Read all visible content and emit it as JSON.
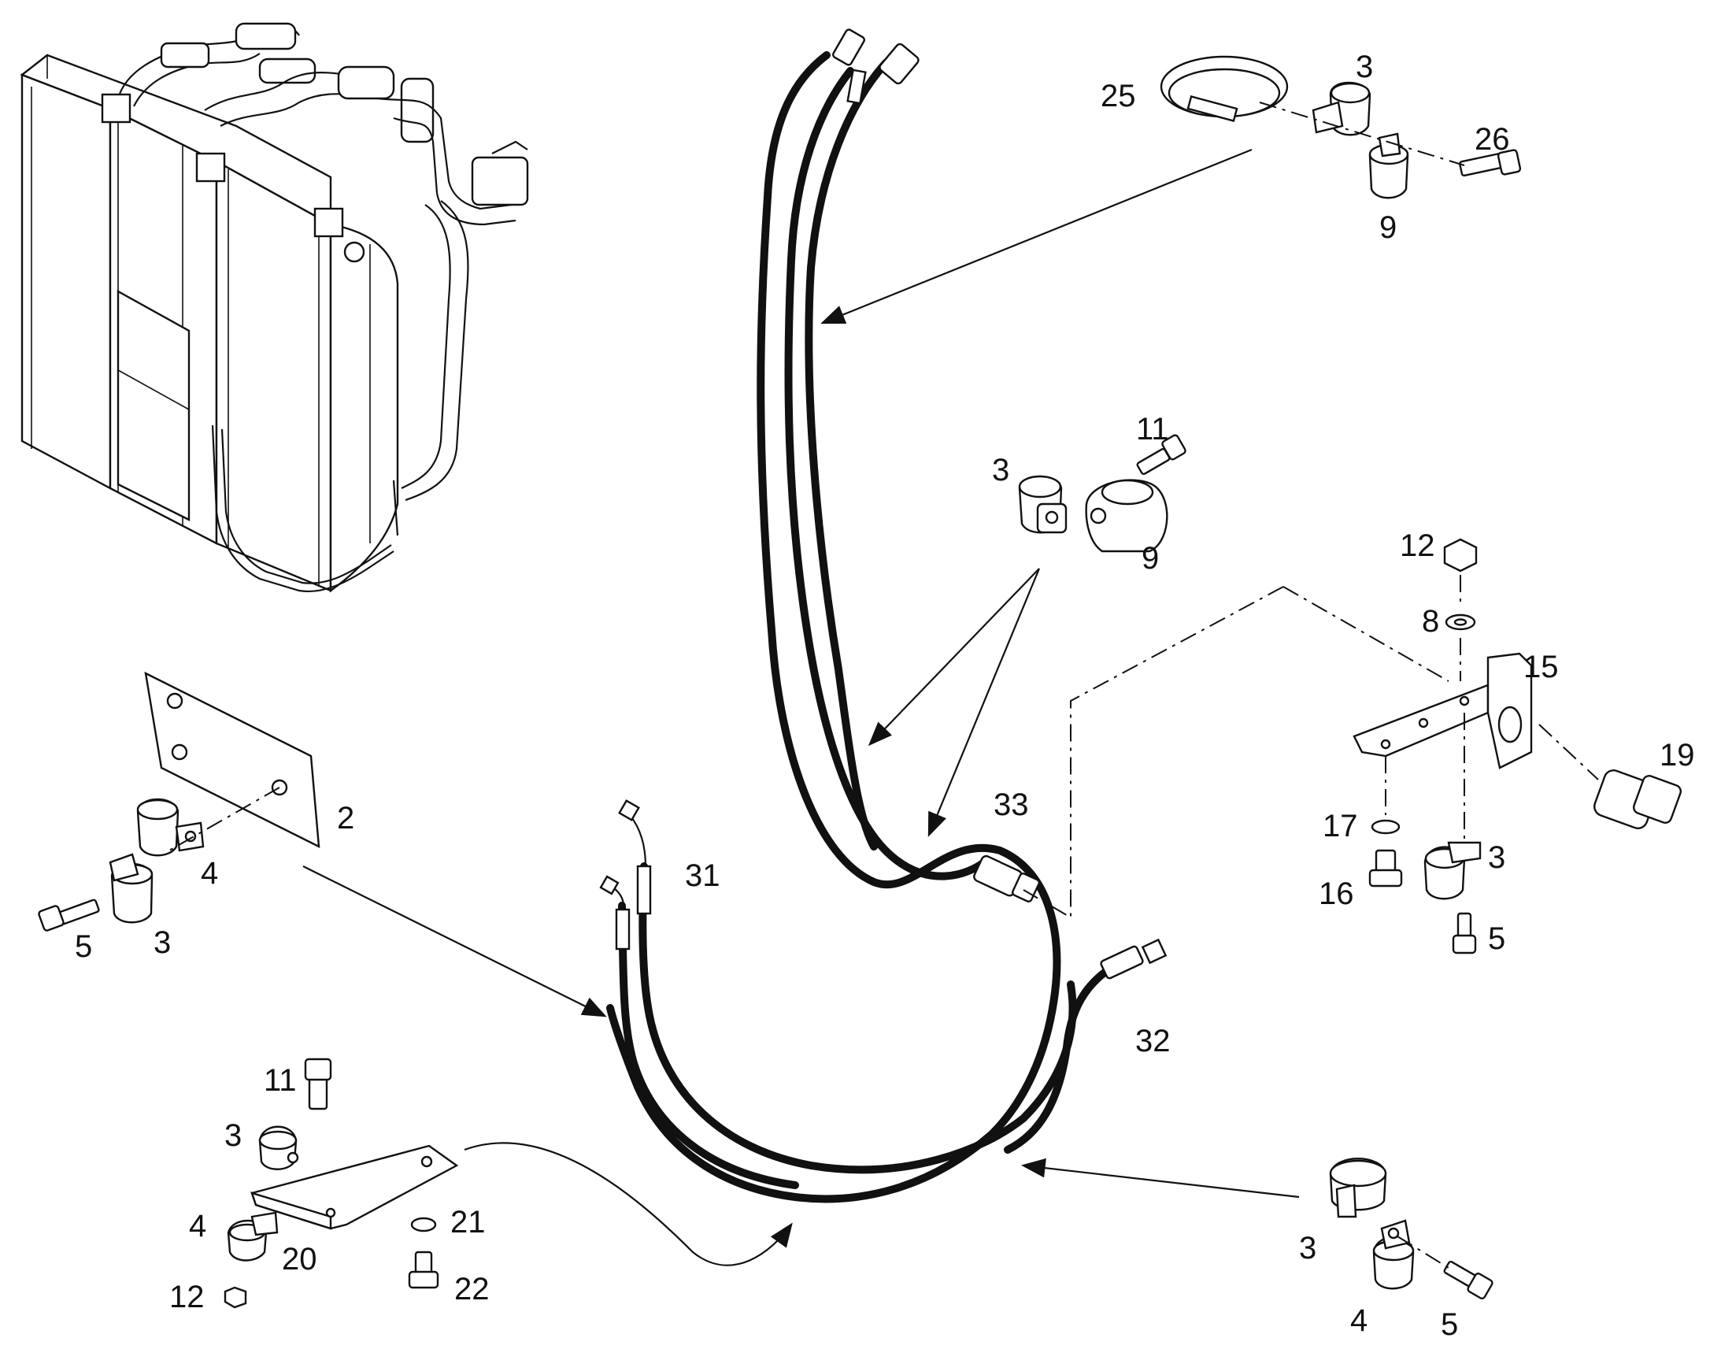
{
  "diagram": {
    "callouts": {
      "c1": "25",
      "c2": "3",
      "c3": "26",
      "c4": "9",
      "c5": "11",
      "c6": "3",
      "c7": "9",
      "c8": "12",
      "c9": "8",
      "c10": "15",
      "c11": "19",
      "c12": "17",
      "c13": "3",
      "c14": "16",
      "c15": "5",
      "c16": "2",
      "c17": "4",
      "c18": "5",
      "c19": "3",
      "c20": "33",
      "c21": "31",
      "c22": "32",
      "c23": "11",
      "c24": "3",
      "c25": "4",
      "c26": "20",
      "c27": "12",
      "c28": "21",
      "c29": "22",
      "c30": "3",
      "c31": "4",
      "c32": "5"
    }
  }
}
